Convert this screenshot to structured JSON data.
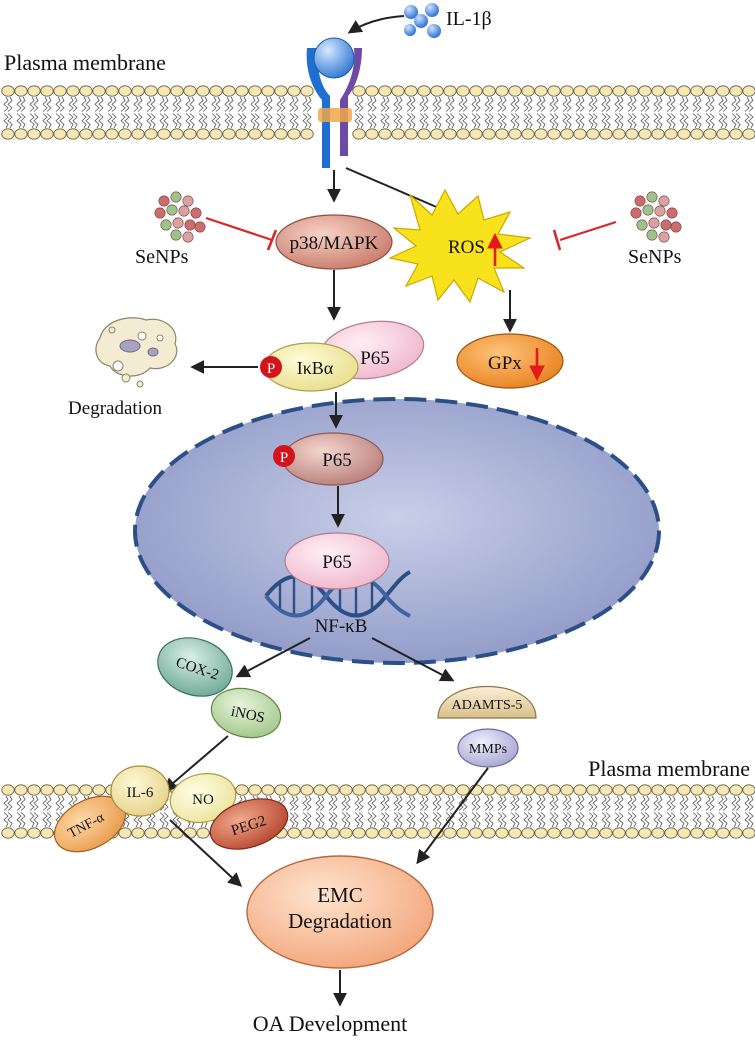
{
  "membrane": {
    "top_label": "Plasma membrane",
    "bottom_label": "Plasma membrane"
  },
  "ligand": {
    "label": "IL-1β"
  },
  "inhibitors": {
    "left_label": "SeNPs",
    "right_label": "SeNPs"
  },
  "nodes": {
    "p38": "p38/MAPK",
    "ros": "ROS",
    "gpx": "GPx",
    "ikba": "IκBα",
    "p65_cyto": "P65",
    "phospho_1": "P",
    "phospho_2": "P",
    "degradation": "Degradation",
    "p65_nuc_1": "P65",
    "p65_nuc_2": "P65",
    "nfkb": "NF-κB",
    "cox2": "COX-2",
    "inos": "iNOS",
    "adamts5": "ADAMTS-5",
    "mmps": "MMPs",
    "tnfa": "TNF-α",
    "il6": "IL-6",
    "no": "NO",
    "peg2": "PEG2",
    "emc_line1": "EMC",
    "emc_line2": "Degradation",
    "outcome": "OA Development"
  },
  "colors": {
    "inhibition": "#d9262b",
    "arrow": "#222222",
    "nucleus_fill": "#a9b2d6",
    "nucleus_border": "#2c4f86",
    "receptor_blue": "#1e6fd1",
    "receptor_purple": "#6d4aa6",
    "ros_fill": "#f7e21b",
    "phospho_red": "#d4141b",
    "up_down_arrows": "#e21b1b"
  }
}
